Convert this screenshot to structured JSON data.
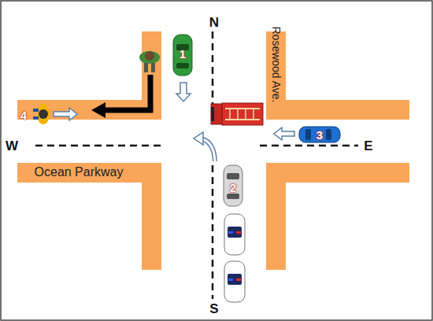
{
  "diagram": {
    "labels": [
      "N",
      "Rosewood Ave.",
      "1",
      "4",
      "W",
      "E",
      "Ocean Parkway",
      "2",
      "3",
      "S"
    ]
  }
}
